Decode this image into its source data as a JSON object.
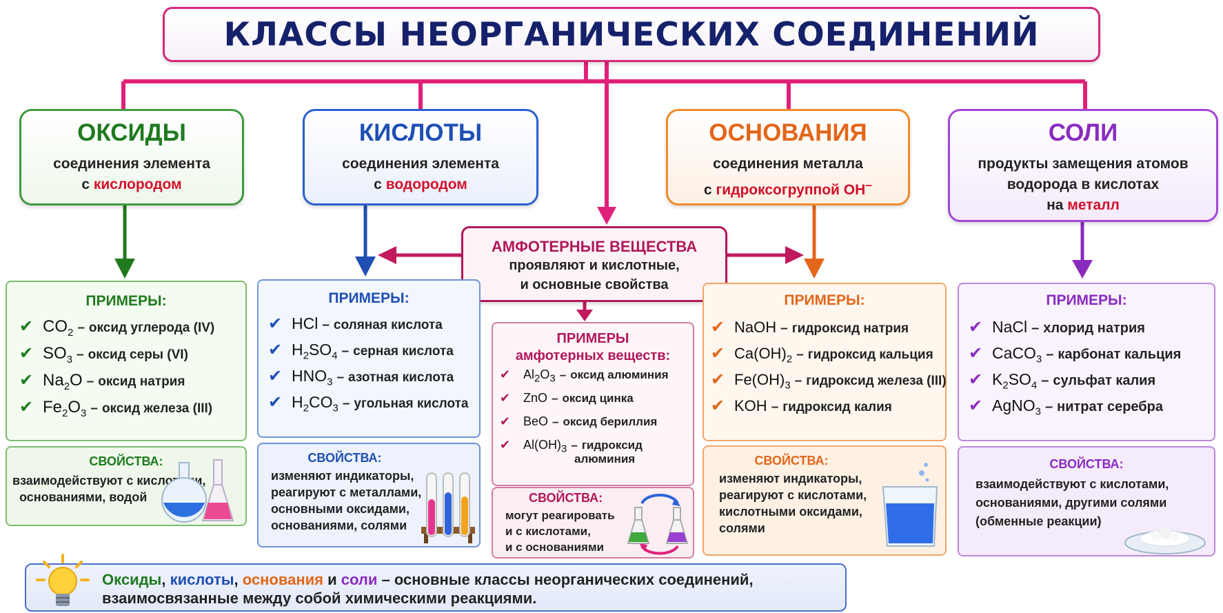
{
  "title": "КЛАССЫ НЕОРГАНИЧЕСКИХ СОЕДИНЕНИЙ",
  "colors": {
    "connector": "#e0217a",
    "oxides": "#1f7a1f",
    "acids": "#1f4fb3",
    "bases": "#e2661a",
    "salts": "#8a2bc0",
    "amph": "#b0185a",
    "highlight": "#d3102a"
  },
  "oxides": {
    "name": "ОКСИДЫ",
    "desc1": "соединения элемента",
    "desc2_pre": "с ",
    "desc2_hl": "кислородом",
    "examples_title": "ПРИМЕРЫ:",
    "examples": [
      {
        "formula_parts": [
          "CO",
          "2",
          ""
        ],
        "name": "оксид углерода (IV)"
      },
      {
        "formula_parts": [
          "SO",
          "3",
          ""
        ],
        "name": "оксид серы (VI)"
      },
      {
        "formula_parts": [
          "Na",
          "2",
          "O"
        ],
        "name": "оксид натрия"
      },
      {
        "formula_parts": [
          "Fe",
          "2",
          "O",
          "3"
        ],
        "name": "оксид железа (III)"
      }
    ],
    "props_title": "СВОЙСТВА:",
    "props_lines": [
      "взаимодействуют с кислотами,",
      "основаниями, водой"
    ]
  },
  "acids": {
    "name": "КИСЛОТЫ",
    "desc1": "соединения элемента",
    "desc2_pre": "с ",
    "desc2_hl": "водородом",
    "examples_title": "ПРИМЕРЫ:",
    "examples_title_color": "#1f4fb3",
    "props_title": "СВОЙСТВА:",
    "props_lines": [
      "изменяют индикаторы,",
      "реагируют с металлами,",
      "основными оксидами,",
      "основаниями, солями"
    ]
  },
  "acids_examples": [
    {
      "html": "HCl",
      "name": "соляная кислота"
    },
    {
      "html": "H<sub>2</sub>SO<sub>4</sub>",
      "name": "серная кислота"
    },
    {
      "html": "HNO<sub>3</sub>",
      "name": "азотная кислота"
    },
    {
      "html": "H<sub>2</sub>CO<sub>3</sub>",
      "name": "угольная кислота"
    }
  ],
  "oxides_examples_html": [
    {
      "html": "CO<sub>2</sub>",
      "name": "оксид углерода (IV)"
    },
    {
      "html": "SO<sub>3</sub>",
      "name": "оксид серы (VI)"
    },
    {
      "html": "Na<sub>2</sub>O",
      "name": "оксид натрия"
    },
    {
      "html": "Fe<sub>2</sub>O<sub>3</sub>",
      "name": "оксид железа (III)"
    }
  ],
  "bases": {
    "name": "ОСНОВАНИЯ",
    "desc1": "соединения металла",
    "desc2_pre": "с ",
    "desc2_hl": "гидроксогруппой ОН",
    "desc2_sup": "–",
    "examples_title": "ПРИМЕРЫ:",
    "props_title": "СВОЙСТВА:",
    "props_lines": [
      "изменяют индикаторы,",
      "реагируют с кислотами,",
      "кислотными оксидами,",
      "солями"
    ]
  },
  "bases_examples": [
    {
      "html": "NaOH",
      "name": "гидроксид натрия"
    },
    {
      "html": "Ca(OH)<sub>2</sub>",
      "name": "гидроксид кальция"
    },
    {
      "html": "Fe(OH)<sub>3</sub>",
      "name": "гидроксид железа (III)"
    },
    {
      "html": "KOH",
      "name": "гидроксид калия"
    }
  ],
  "salts": {
    "name": "СОЛИ",
    "desc1": "продукты замещения атомов",
    "desc2": "водорода в кислотах",
    "desc3_pre": "на ",
    "desc3_hl": "металл",
    "examples_title": "ПРИМЕРЫ:",
    "props_title": "СВОЙСТВА:",
    "props_lines": [
      "взаимодействуют с кислотами,",
      "основаниями, другими солями",
      "(обменные реакции)"
    ]
  },
  "salts_examples": [
    {
      "html": "NaCl",
      "name": "хлорид натрия"
    },
    {
      "html": "CaCO<sub>3</sub>",
      "name": "карбонат кальция"
    },
    {
      "html": "K<sub>2</sub>SO<sub>4</sub>",
      "name": "сульфат калия"
    },
    {
      "html": "AgNO<sub>3</sub>",
      "name": "нитрат серебра"
    }
  ],
  "amphoteric": {
    "title": "АМФОТЕРНЫЕ ВЕЩЕСТВА",
    "desc1": "проявляют и кислотные,",
    "desc2": "и основные свойства",
    "examples_title1": "ПРИМЕРЫ",
    "examples_title2": "амфотерных веществ:",
    "props_title": "СВОЙСТВА:",
    "props_lines": [
      "могут реагировать",
      "и с кислотами,",
      "и с основаниями"
    ]
  },
  "amph_examples": [
    {
      "html": "Al<sub>2</sub>O<sub>3</sub>",
      "name": "оксид алюминия"
    },
    {
      "html": "ZnO",
      "name": "оксид цинка"
    },
    {
      "html": "BeO",
      "name": "оксид бериллия"
    },
    {
      "html": "Al(OH)<sub>3</sub>",
      "name": "гидроксид",
      "name2": "алюминия"
    }
  ],
  "footer": {
    "w1": "Оксиды",
    "sep1": ", ",
    "w2": "кислоты",
    "sep2": ", ",
    "w3": "основания",
    "sep3": " и ",
    "w4": "соли",
    "rest1": " – основные классы неорганических соединений,",
    "line2": "взаимосвязанные между собой химическими реакциями."
  },
  "dash": "–",
  "check": "✔"
}
